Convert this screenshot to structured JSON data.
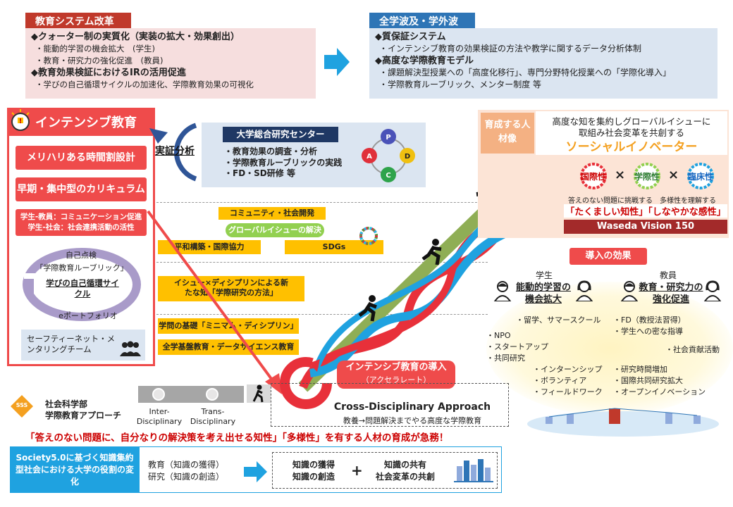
{
  "top_left": {
    "header": "教育システム改革",
    "lines": [
      "◆クォーター制の実質化（実装の拡大・効果創出）",
      "・能動的学習の機会拡大　(学生)",
      "・教育・研究力の強化促進　(教員)",
      "◆教育効果検証におけるIRの活用促進",
      "・学びの自己循環サイクルの加速化、学際教育効果の可視化"
    ]
  },
  "top_right": {
    "header": "全学波及・学外波及",
    "lines": [
      "◆質保証システム",
      "・インテンシブ教育の効果検証の方法や教学に関するデータ分析体制",
      "◆高度な学際教育モデル",
      "・課題解決型授業への「高度化移行」、専門分野特化授業への「学際化導入」",
      "・学際教育ルーブリック、メンター制度 等"
    ]
  },
  "intensive": {
    "title": "インテンシブ教育",
    "btn1": "メリハリある時間割設計",
    "btn2": "早期・集中型のカリキュラム",
    "comm1": "学生-教員：コミュニケーション促進",
    "comm2": "学生-社会：社会連携活動の活性",
    "cycle_top": "自己点検",
    "cycle_rubric": "「学際教育ルーブリック」",
    "cycle_center": "学びの自己循環サイクル",
    "cycle_bottom": "eポートフォリオ",
    "safety": "セーフティーネット・メンタリングチーム"
  },
  "verification": "実証分析",
  "research_center": {
    "title": "大学総合研究センター",
    "lines": [
      "・教育効果の調査・分析",
      "・学際教育ルーブリックの実践",
      "・FD・SD研修 等"
    ],
    "pdca": [
      "P",
      "D",
      "C",
      "A"
    ]
  },
  "ladder": {
    "community": "コミュニティ・社会開発",
    "global": "グローバルイシューの解決",
    "peace": "平和構築・国際協力",
    "sdgs": "SDGs",
    "issue": "イシュー×ディシプリンによる新たな知「学際研究の方法」",
    "minimum": "学問の基礎「ミニマム・ディシプリン」",
    "foundation": "全学基盤教育・データサイエンス教育"
  },
  "talent": {
    "label": "育成する人材像",
    "line1": "高度な知を集約しグローバルイシューに",
    "line2": "取組み社会変革を共創する",
    "title": "ソーシャルイノベーター",
    "badges": [
      "国際性",
      "学際性",
      "臨床性"
    ],
    "times": "×",
    "cap1": "答えのない問題に挑戦する",
    "cap2": "多様性を理解する",
    "quote": "「たくましい知性」「しなやかな感性」",
    "vision": "Waseda Vision 150"
  },
  "effects": {
    "title": "導入の効果",
    "student": "学生",
    "faculty": "教員",
    "student_head": "能動的学習の機会拡大",
    "faculty_head": "教育・研究力の強化促進",
    "items": [
      "・留学、サマースクール",
      "・NPO",
      "・スタートアップ",
      "・共同研究",
      "・インターンシップ",
      "・ボランティア",
      "・フィールドワーク",
      "・FD（教授法習得）",
      "・学生への密な指導",
      "・社会貢献活動",
      "・研究時間増加",
      "・国際共同研究拡大",
      "・オープンイノベーション"
    ]
  },
  "intro": {
    "title": "インテンシブ教育の導入",
    "sub": "（アクセラレート）"
  },
  "sss": {
    "logo": "SSS",
    "name1": "社会科学部",
    "name2": "学際教育アプローチ",
    "inter1": "Inter-",
    "inter2": "Disciplinary",
    "trans1": "Trans-",
    "trans2": "Disciplinary"
  },
  "cda": {
    "title": "Cross-Disciplinary Approach",
    "sub": "教養→問題解決までやる高度な学際教育"
  },
  "urgent": "「答えのない問題に、自分なりの解決策を考え出せる知性」「多様性」を有する人材の育成が急務！",
  "society": {
    "box": "Society5.0に基づく知識集約型社会における大学の役割の変化",
    "edu1": "教育（知識の獲得）",
    "edu2": "研究（知識の創造）",
    "k1": "知識の獲得",
    "k2": "知識の創造",
    "plus": "+",
    "k3": "知識の共有",
    "k4": "社会変革の共創"
  }
}
